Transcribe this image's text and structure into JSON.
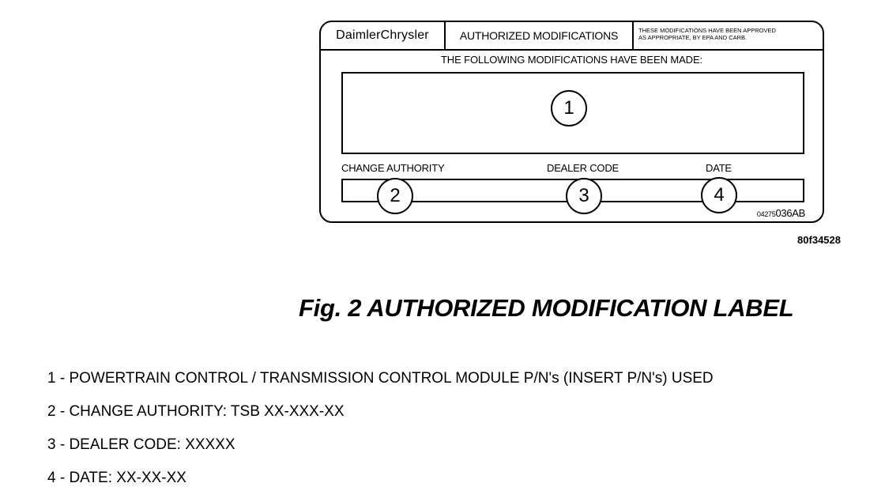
{
  "label": {
    "brand": "DaimlerChrysler",
    "title": "AUTHORIZED MODIFICATIONS",
    "approval_note_line1": "THESE MODIFICATIONS HAVE BEEN APPROVED",
    "approval_note_line2": "AS APPROPRIATE, BY EPA AND CARB.",
    "modifications_heading": "THE FOLLOWING MODIFICATIONS HAVE BEEN MADE:",
    "field_labels": {
      "change_authority": "CHANGE AUTHORITY",
      "dealer_code": "DEALER CODE",
      "date": "DATE"
    },
    "callouts": [
      "1",
      "2",
      "3",
      "4"
    ],
    "part_code_prefix": "04275",
    "part_code_suffix": "036AB"
  },
  "figure_id": "80f34528",
  "caption": "Fig. 2 AUTHORIZED MODIFICATION LABEL",
  "legend": [
    "1 - POWERTRAIN CONTROL / TRANSMISSION CONTROL MODULE P/N's (INSERT P/N's) USED",
    "2 - CHANGE AUTHORITY: TSB XX-XXX-XX",
    "3 - DEALER CODE: XXXXX",
    "4 - DATE: XX-XX-XX"
  ]
}
